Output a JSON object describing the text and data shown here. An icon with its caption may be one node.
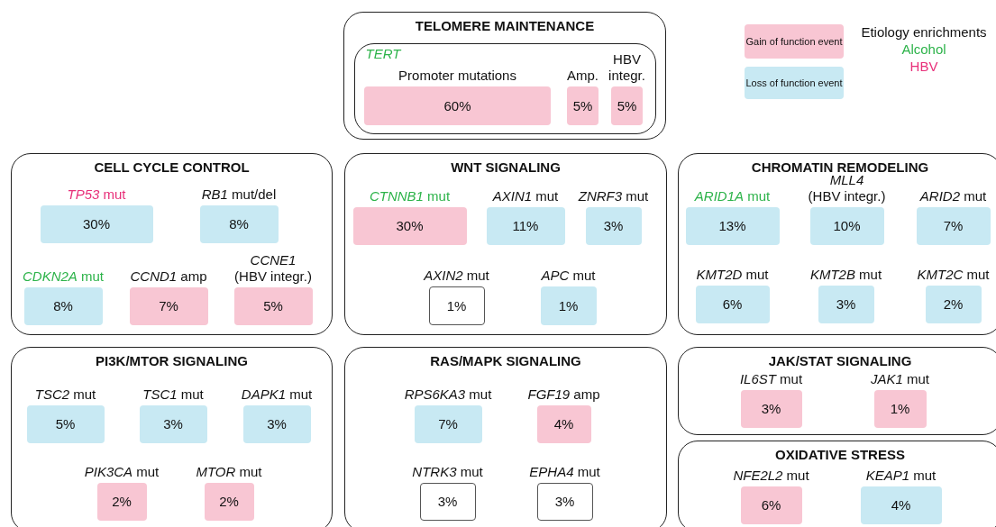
{
  "diagram": {
    "nodes": [
      {
        "text": [
          "TELOMERE MAINTENANCE"
        ]
      },
      {
        "text": [
          "*TERT*"
        ],
        "in": 0
      },
      {
        "text": [
          "Promoter mutations",
          "60%"
        ],
        "in": 1
      },
      {
        "text": [
          "Amp.",
          "5%"
        ],
        "in": 1
      },
      {
        "text": [
          "HBV integr.",
          "5%"
        ],
        "in": 1
      },
      {
        "text": [
          "CELL CYCLE CONTROL"
        ]
      },
      {
        "text": [
          "*TP53* mut",
          "30%"
        ],
        "in": 5
      },
      {
        "text": [
          "*RB1* mut/del",
          "8%"
        ],
        "in": 5
      },
      {
        "text": [
          "*CDKN2A* mut",
          "8%"
        ],
        "in": 5
      },
      {
        "text": [
          "*CCND1* amp",
          "7%"
        ],
        "in": 5
      },
      {
        "text": [
          "*CCNE1* (HBV integr.)",
          "5%"
        ],
        "in": 5
      },
      {
        "text": [
          "WNT SIGNALING"
        ]
      },
      {
        "text": [
          "*CTNNB1* mut",
          "30%"
        ],
        "in": 11
      },
      {
        "text": [
          "*AXIN1* mut",
          "11%"
        ],
        "in": 11
      },
      {
        "text": [
          "*ZNRF3* mut",
          "3%"
        ],
        "in": 11
      },
      {
        "text": [
          "*AXIN2* mut",
          "1%"
        ],
        "in": 11
      },
      {
        "text": [
          "*APC* mut",
          "1%"
        ],
        "in": 11
      },
      {
        "text": [
          "CHROMATIN REMODELING"
        ]
      },
      {
        "text": [
          "*ARID1A* mut",
          "13%"
        ],
        "in": 17
      },
      {
        "text": [
          "*MLL4* (HBV integr.)",
          "10%"
        ],
        "in": 17
      },
      {
        "text": [
          "*ARID2* mut",
          "7%"
        ],
        "in": 17
      },
      {
        "text": [
          "*KMT2D* mut",
          "6%"
        ],
        "in": 17
      },
      {
        "text": [
          "*KMT2B* mut",
          "3%"
        ],
        "in": 17
      },
      {
        "text": [
          "*KMT2C* mut",
          "2%"
        ],
        "in": 17
      },
      {
        "text": [
          "PI3K/MTOR SIGNALING"
        ]
      },
      {
        "text": [
          "*TSC2* mut",
          "5%"
        ],
        "in": 24
      },
      {
        "text": [
          "*TSC1* mut",
          "3%"
        ],
        "in": 24
      },
      {
        "text": [
          "*DAPK1* mut",
          "3%"
        ],
        "in": 24
      },
      {
        "text": [
          "*PIK3CA* mut",
          "2%"
        ],
        "in": 24
      },
      {
        "text": [
          "*MTOR* mut",
          "2%"
        ],
        "in": 24
      },
      {
        "text": [
          "RAS/MAPK SIGNALING"
        ]
      },
      {
        "text": [
          "*RPS6KA3* mut",
          "7%"
        ],
        "in": 30
      },
      {
        "text": [
          "*FGF19* amp",
          "4%"
        ],
        "in": 30
      },
      {
        "text": [
          "*NTRK3* mut",
          "3%"
        ],
        "in": 30
      },
      {
        "text": [
          "*EPHA4* mut",
          "3%"
        ],
        "in": 30
      },
      {
        "text": [
          "JAK/STAT SIGNALING"
        ]
      },
      {
        "text": [
          "*IL6ST* mut",
          "3%"
        ],
        "in": 35
      },
      {
        "text": [
          "*JAK1* mut",
          "1%"
        ],
        "in": 35
      },
      {
        "text": [
          "OXIDATIVE STRESS"
        ]
      },
      {
        "text": [
          "*NFE2L2* mut",
          "6%"
        ],
        "in": 38
      },
      {
        "text": [
          "*KEAP1* mut",
          "4%"
        ],
        "in": 38
      }
    ],
    "labels": [
      "Etiology enrichments"
    ],
    "legend": [
      {
        "text": "Gain of function event",
        "color": "#f8c6d3"
      },
      {
        "text": "Loss of function event",
        "color": "#c8e9f3"
      },
      {
        "text": "Alcohol",
        "color": "#2db34a"
      },
      {
        "text": "HBV",
        "color": "#e8307a"
      }
    ]
  }
}
